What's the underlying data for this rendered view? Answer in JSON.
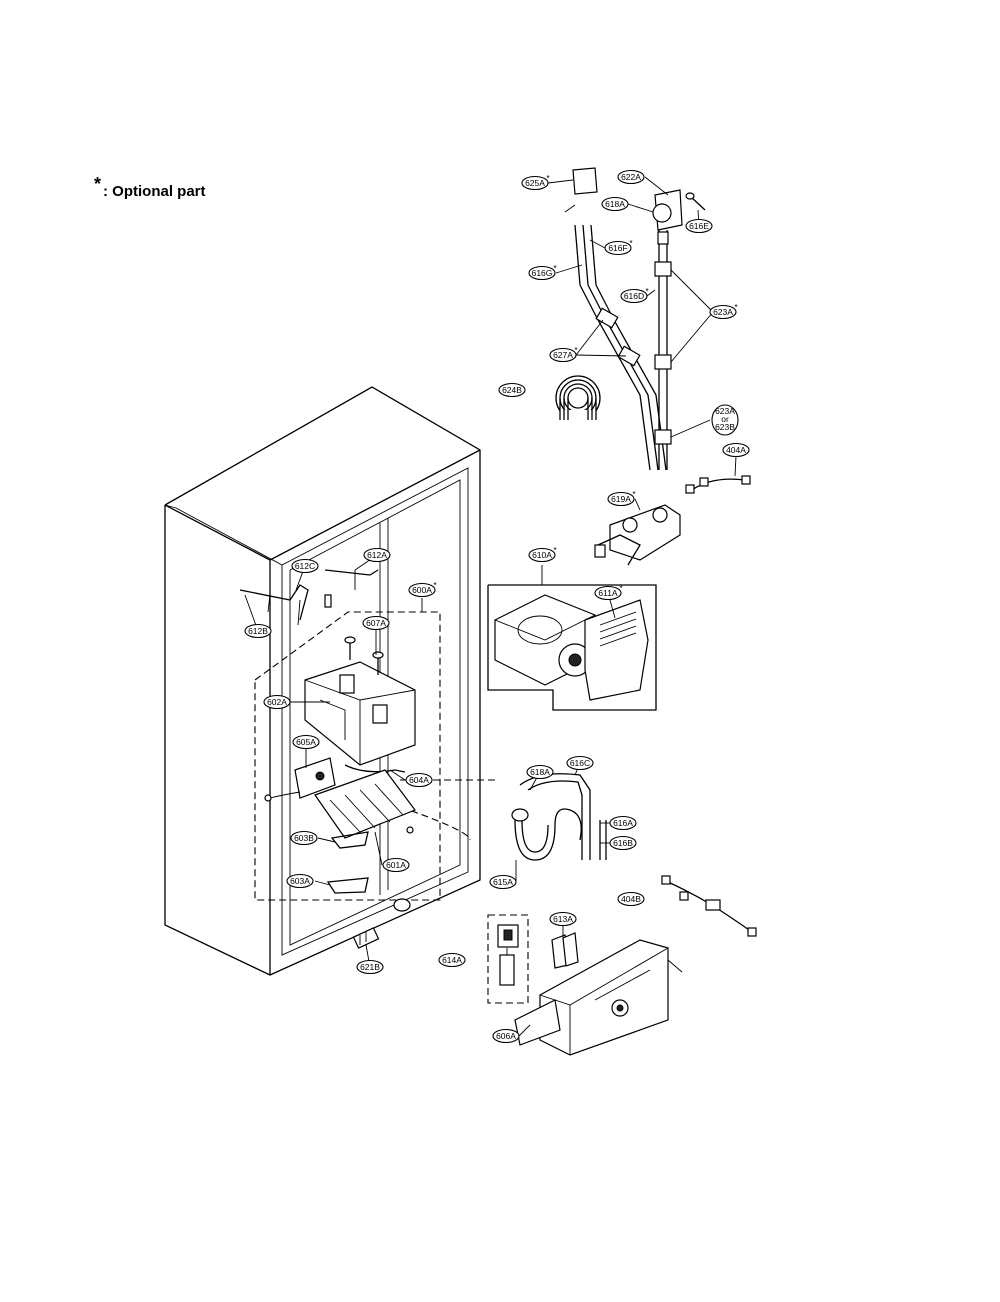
{
  "legend": {
    "star": "*",
    "text": ": Optional part"
  },
  "callouts": [
    {
      "id": "625A",
      "label": "625A",
      "optional": true
    },
    {
      "id": "622A",
      "label": "622A",
      "optional": false
    },
    {
      "id": "618A",
      "label": "618A",
      "optional": false
    },
    {
      "id": "616E",
      "label": "616E",
      "optional": false
    },
    {
      "id": "616F",
      "label": "616F",
      "optional": true
    },
    {
      "id": "616G",
      "label": "616G",
      "optional": true
    },
    {
      "id": "616D",
      "label": "616D",
      "optional": true
    },
    {
      "id": "623A",
      "label": "623A",
      "optional": true
    },
    {
      "id": "627A",
      "label": "627A",
      "optional": true
    },
    {
      "id": "624B",
      "label": "624B",
      "optional": false
    },
    {
      "id": "623A-or-623B",
      "label": "623A",
      "label2": "or",
      "label3": "623B",
      "optional": false
    },
    {
      "id": "404A",
      "label": "404A",
      "optional": false
    },
    {
      "id": "619A",
      "label": "619A",
      "optional": true
    },
    {
      "id": "610A",
      "label": "610A",
      "optional": true
    },
    {
      "id": "611A",
      "label": "611A",
      "optional": true
    },
    {
      "id": "612A",
      "label": "612A",
      "optional": false
    },
    {
      "id": "612C",
      "label": "612C",
      "optional": false
    },
    {
      "id": "612B",
      "label": "612B",
      "optional": false
    },
    {
      "id": "600A",
      "label": "600A",
      "optional": true
    },
    {
      "id": "607A",
      "label": "607A",
      "optional": false
    },
    {
      "id": "602A",
      "label": "602A",
      "optional": false
    },
    {
      "id": "605A",
      "label": "605A",
      "optional": false
    },
    {
      "id": "604A",
      "label": "604A",
      "optional": false
    },
    {
      "id": "603B",
      "label": "603B",
      "optional": false
    },
    {
      "id": "601A",
      "label": "601A",
      "optional": false
    },
    {
      "id": "603A",
      "label": "603A",
      "optional": false
    },
    {
      "id": "621B",
      "label": "621B",
      "optional": false
    },
    {
      "id": "614A",
      "label": "614A",
      "optional": false
    },
    {
      "id": "618A-lower",
      "label": "618A",
      "optional": false
    },
    {
      "id": "616C",
      "label": "616C",
      "optional": false
    },
    {
      "id": "616A",
      "label": "616A",
      "optional": false
    },
    {
      "id": "616B",
      "label": "616B",
      "optional": false
    },
    {
      "id": "615A",
      "label": "615A",
      "optional": false
    },
    {
      "id": "404B",
      "label": "404B",
      "optional": false
    },
    {
      "id": "613A",
      "label": "613A",
      "optional": false
    },
    {
      "id": "606A",
      "label": "606A",
      "optional": false
    }
  ]
}
